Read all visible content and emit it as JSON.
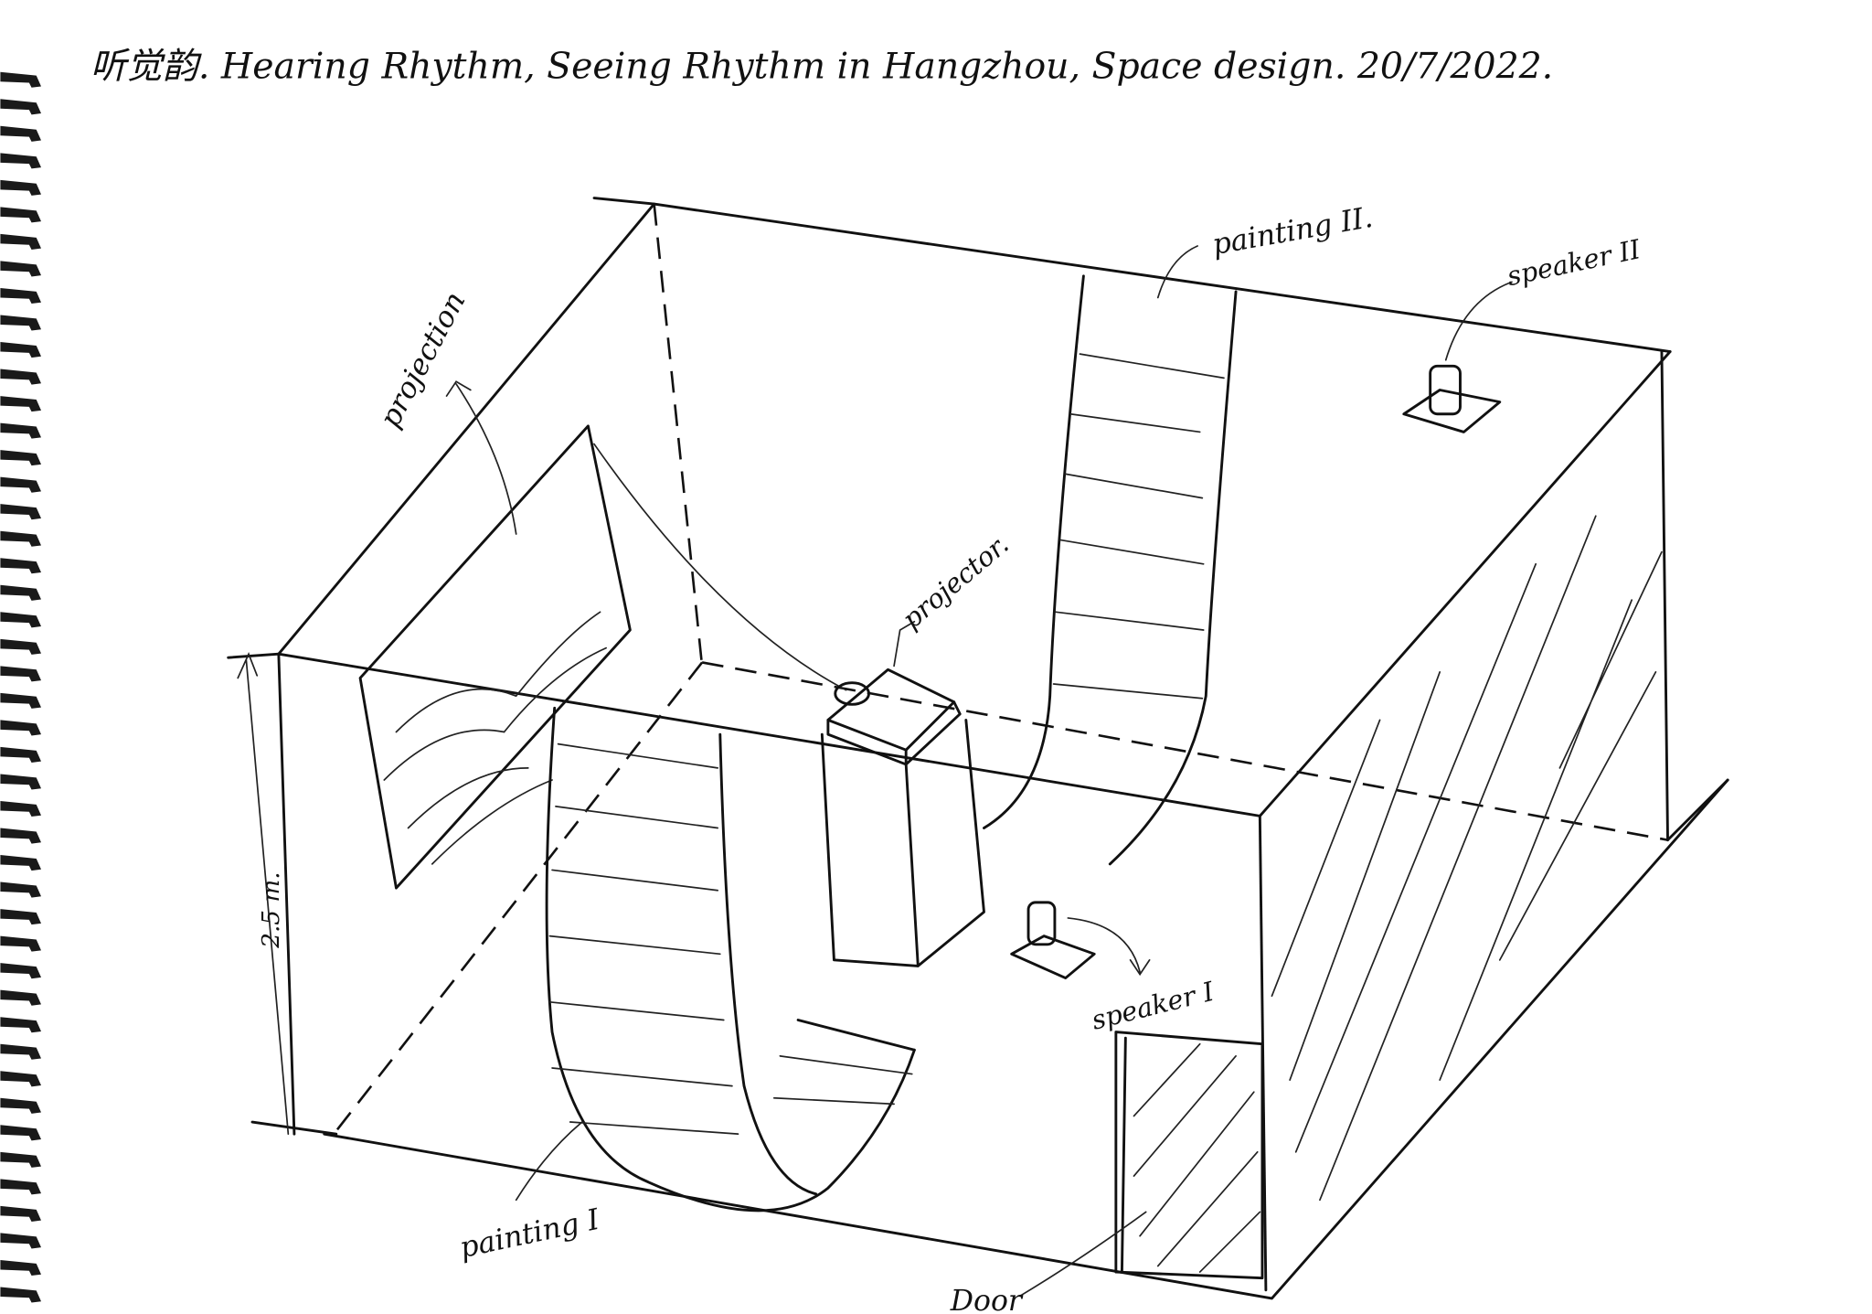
{
  "title": "听觉韵. Hearing Rhythm, Seeing Rhythm in Hangzhou, Space design. 20/7/2022.",
  "labels": {
    "projection": "projection",
    "projector": "projector.",
    "painting_2": "painting II.",
    "speaker_2": "speaker II",
    "speaker_1": "speaker I",
    "painting_1": "painting I",
    "door": "Door",
    "height": "2.5 m."
  }
}
